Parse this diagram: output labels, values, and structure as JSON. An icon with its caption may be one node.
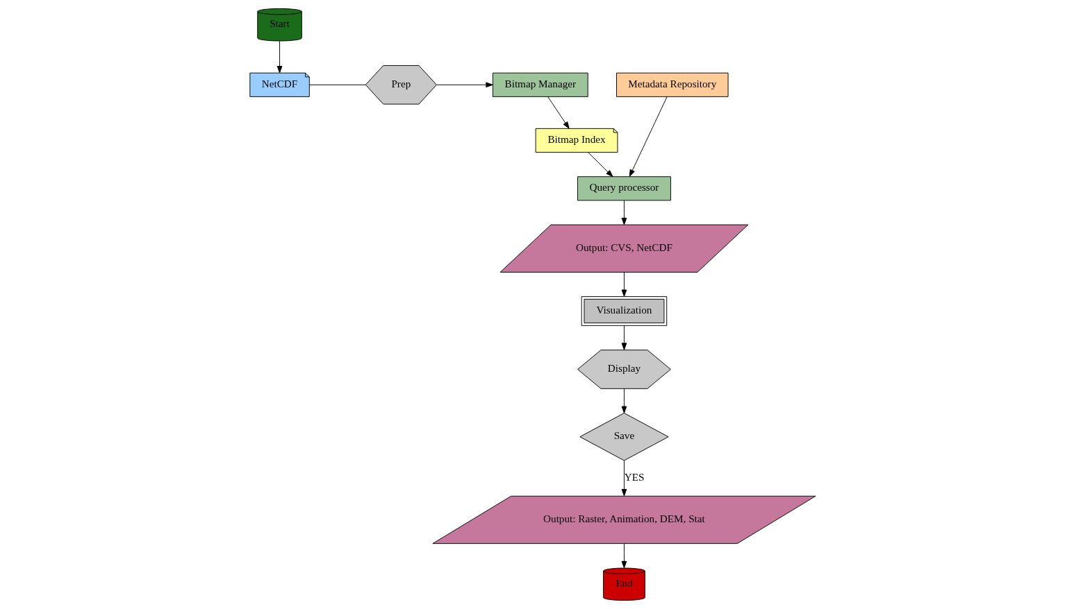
{
  "diagram": {
    "nodes": [
      {
        "text": [
          "NetCDF"
        ]
      },
      {
        "text": [
          "Prep"
        ]
      },
      {
        "text": [
          "Bitmap Manager"
        ]
      },
      {
        "text": [
          "Metadata Repository"
        ]
      },
      {
        "text": [
          "Start"
        ]
      },
      {
        "text": [
          "Bitmap Index"
        ]
      },
      {
        "text": [
          "Query processor"
        ]
      },
      {
        "text": [
          "Output: CVS, NetCDF"
        ]
      },
      {
        "text": [
          "Visualization"
        ]
      },
      {
        "text": [
          "Display"
        ]
      },
      {
        "text": [
          "Save"
        ]
      },
      {
        "text": [
          "End"
        ]
      },
      {
        "text": [
          "Output: Raster, Animation, DEM, Stat"
        ]
      }
    ],
    "edges": [
      {
        "from": 4,
        "to": 0,
        "arrow": "to"
      },
      {
        "from": 0,
        "to": 1,
        "arrow": "none"
      },
      {
        "from": 1,
        "to": 2,
        "arrow": "to"
      },
      {
        "from": 2,
        "to": 5,
        "arrow": "to"
      },
      {
        "from": 5,
        "to": 6,
        "arrow": "to"
      },
      {
        "from": 3,
        "to": 6,
        "arrow": "to"
      },
      {
        "from": 6,
        "to": 7,
        "arrow": "to"
      },
      {
        "from": 7,
        "to": 8,
        "arrow": "to"
      },
      {
        "from": 8,
        "to": 9,
        "arrow": "to"
      },
      {
        "from": 9,
        "to": 10,
        "arrow": "to"
      },
      {
        "from": 10,
        "to": 12,
        "arrow": "to",
        "label": "YES"
      },
      {
        "from": 12,
        "to": 11,
        "arrow": "to"
      }
    ]
  }
}
